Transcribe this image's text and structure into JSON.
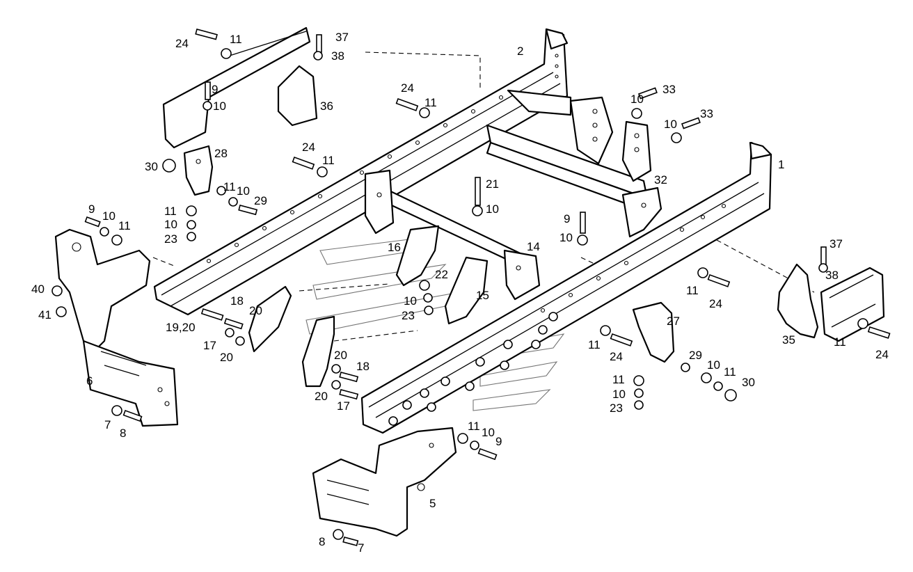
{
  "callouts": [
    "24",
    "11",
    "37",
    "38",
    "2",
    "9",
    "10",
    "36",
    "24",
    "11",
    "10",
    "33",
    "10",
    "33",
    "28",
    "30",
    "24",
    "11",
    "1",
    "21",
    "10",
    "32",
    "11",
    "10",
    "29",
    "9",
    "10",
    "11",
    "11",
    "10",
    "23",
    "9",
    "10",
    "16",
    "14",
    "22",
    "40",
    "41",
    "15",
    "10",
    "23",
    "18",
    "20",
    "19,20",
    "17",
    "20",
    "20",
    "18",
    "20",
    "17",
    "6",
    "7",
    "8",
    "11",
    "24",
    "37",
    "38",
    "35",
    "11",
    "24",
    "27",
    "11",
    "24",
    "29",
    "10",
    "11",
    "30",
    "11",
    "10",
    "23",
    "11",
    "10",
    "9",
    "5",
    "8",
    "7"
  ]
}
